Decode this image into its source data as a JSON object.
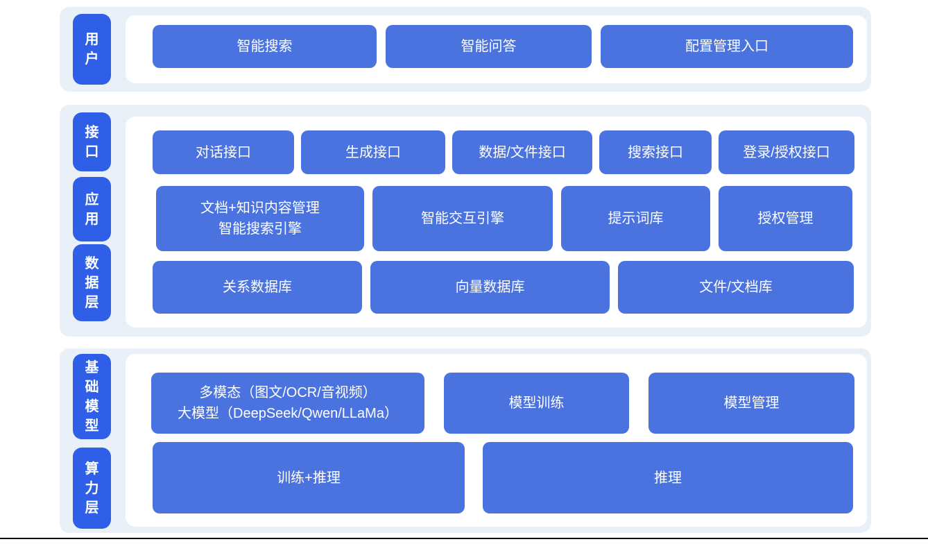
{
  "colors": {
    "block_blue": "#4a73df",
    "tab_blue": "#2f5fe6",
    "panel_bg": "#eaf0f8",
    "page_bg": "#ffffff",
    "block_text": "#ffffff",
    "footer_line": "#0a0a0a"
  },
  "band_user": {
    "tab": "用户",
    "blocks": [
      "智能搜索",
      "智能问答",
      "配置管理入口"
    ]
  },
  "band_middle": {
    "tabs": [
      "接口",
      "应用",
      "数据层"
    ],
    "row_interface": [
      "对话接口",
      "生成接口",
      "数据/文件接口",
      "搜索接口",
      "登录/授权接口"
    ],
    "row_app": {
      "block1_line1": "文档+知识内容管理",
      "block1_line2": "智能搜索引擎",
      "block2": "智能交互引擎",
      "block3": "提示词库",
      "block4": "授权管理"
    },
    "row_data": [
      "关系数据库",
      "向量数据库",
      "文件/文档库"
    ]
  },
  "band_foundation": {
    "tabs": [
      "基础模型",
      "算力层"
    ],
    "row_model": {
      "block1_line1": "多模态（图文/OCR/音视频）",
      "block1_line2": "大模型（DeepSeek/Qwen/LLaMa）",
      "block2": "模型训练",
      "block3": "模型管理"
    },
    "row_compute": [
      "训练+推理",
      "推理"
    ]
  }
}
